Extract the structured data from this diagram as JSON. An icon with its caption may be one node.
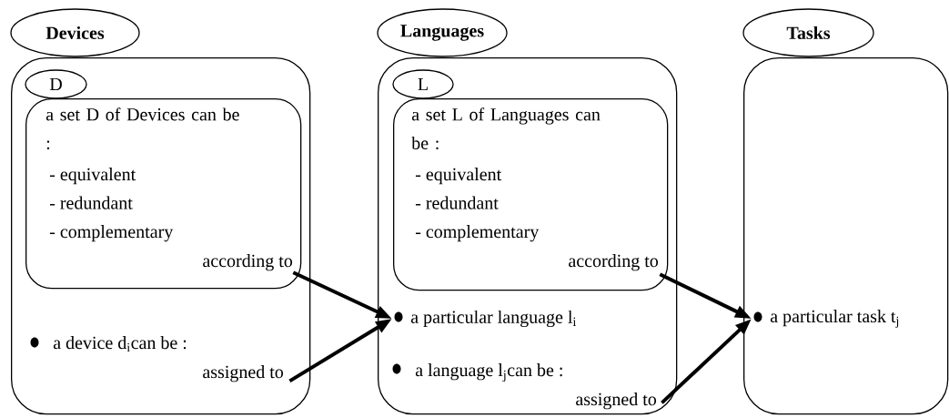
{
  "diagram": {
    "nodes": [
      {
        "text": [
          "Devices"
        ]
      },
      {
        "text": [
          "D",
          "a set D of Devices can be :",
          "- equivalent",
          "- redundant",
          "- complementary",
          "according to"
        ],
        "in": 0
      },
      {
        "text": [
          "a device d$_{i}$can be :",
          "assigned to"
        ],
        "in": 0
      },
      {
        "text": [
          "Languages"
        ]
      },
      {
        "text": [
          "L",
          "a set L of Languages can be :",
          "- equivalent",
          "- redundant",
          "- complementary",
          "according to"
        ],
        "in": 3
      },
      {
        "text": [
          "a particular language l$_{i}$"
        ],
        "in": 3
      },
      {
        "text": [
          "a language l$_{j}$can be :",
          "assigned to"
        ],
        "in": 3
      },
      {
        "text": [
          "Tasks"
        ]
      },
      {
        "text": [
          "a particular task t$_{j}$"
        ],
        "in": 7
      }
    ],
    "edges": [
      {
        "from": 1,
        "to": 5,
        "arrow": "to"
      },
      {
        "from": 2,
        "to": 5,
        "arrow": "to"
      },
      {
        "from": 4,
        "to": 8,
        "arrow": "to"
      },
      {
        "from": 6,
        "to": 8,
        "arrow": "to"
      }
    ]
  }
}
